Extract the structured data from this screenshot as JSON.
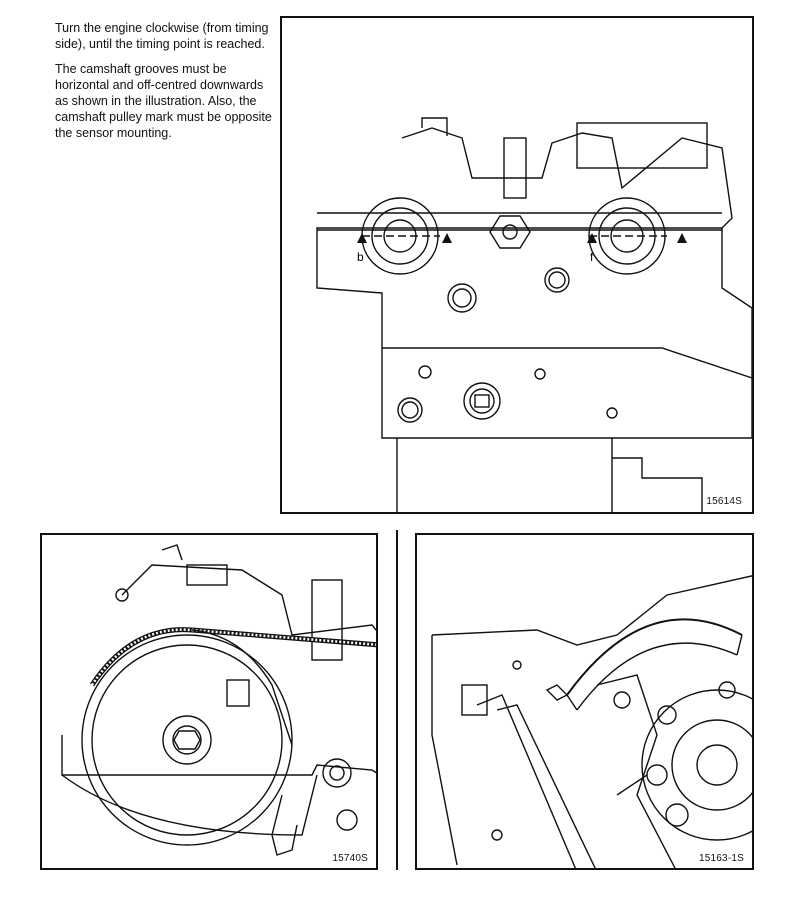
{
  "instructions": {
    "paragraph_1": "Turn the engine clockwise (from timing side), until the timing point is reached.",
    "paragraph_2": "The camshaft grooves must be horizontal and off-centred downwards as shown in the illustration. Also, the camshaft pulley mark  must be opposite the sensor mounting."
  },
  "figures": {
    "top": {
      "code": "15614S"
    },
    "bottom_left": {
      "code": "15740S"
    },
    "bottom_right": {
      "code": "15163-1S"
    }
  },
  "markers": {
    "left": "b",
    "right": "f"
  }
}
